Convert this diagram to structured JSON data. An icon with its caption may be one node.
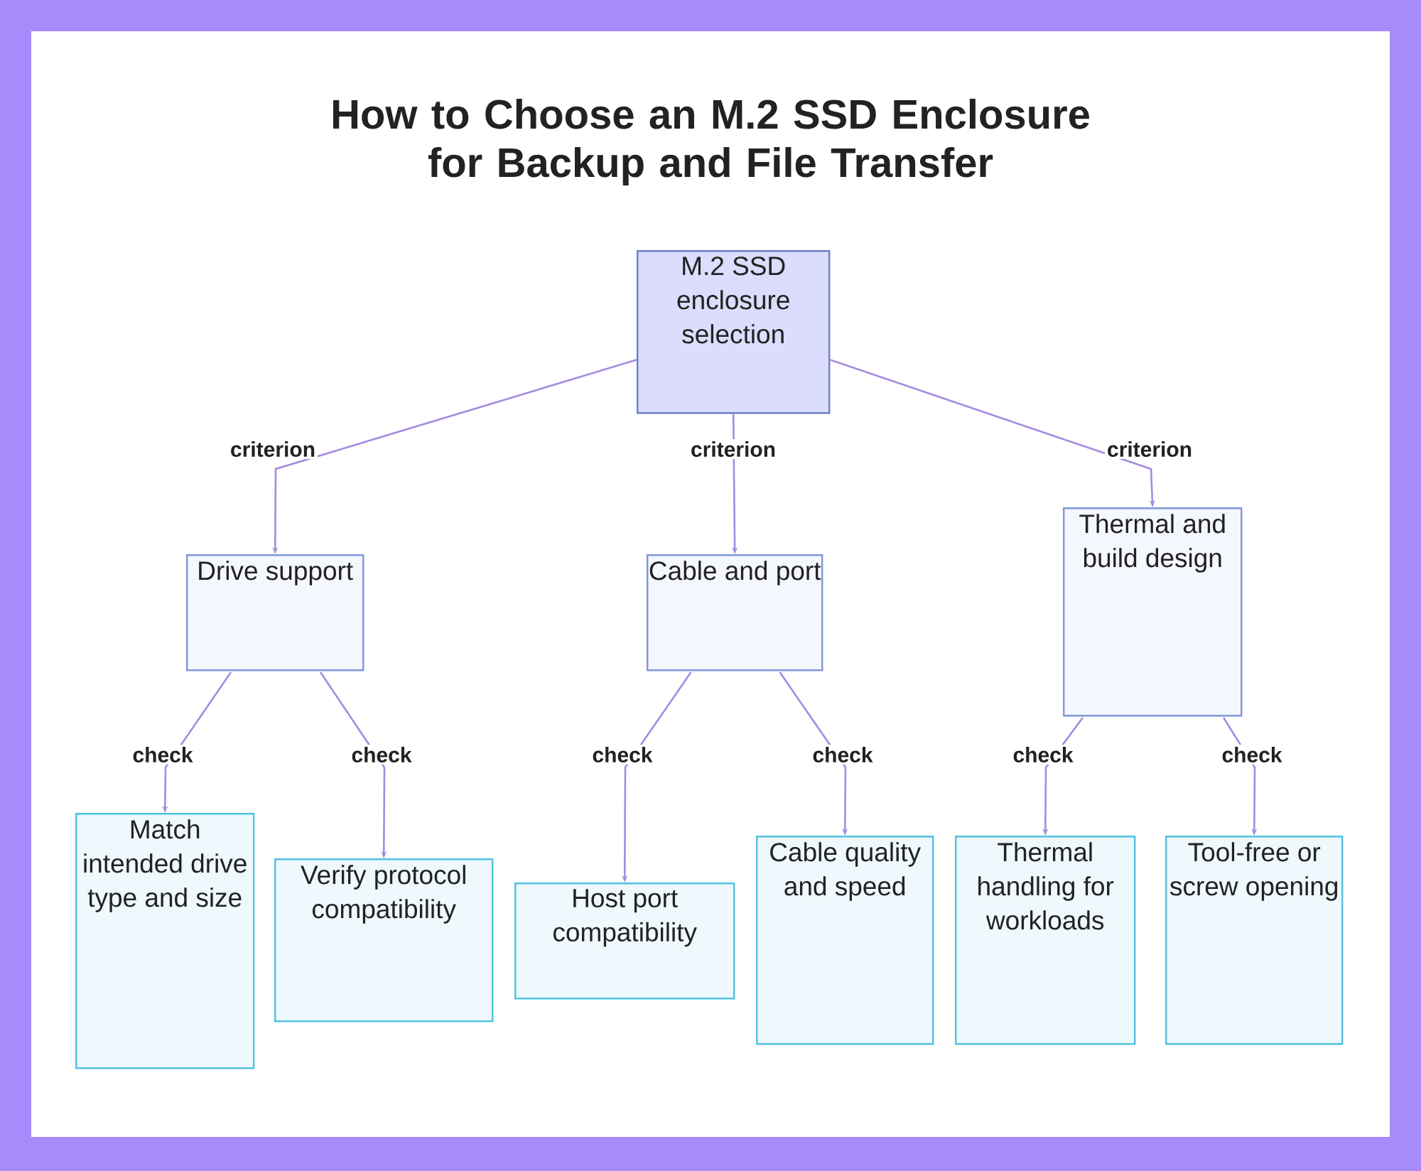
{
  "diagram": {
    "title": "How to Choose an M.2 SSD Enclosure for Backup and File Transfer",
    "nodes": [
      {
        "text": [
          "M.2 SSD enclosure selection"
        ]
      },
      {
        "text": [
          "Drive support"
        ]
      },
      {
        "text": [
          "Cable and port"
        ]
      },
      {
        "text": [
          "Thermal and build design"
        ]
      },
      {
        "text": [
          "Match intended drive type and size"
        ]
      },
      {
        "text": [
          "Verify protocol compatibility"
        ]
      },
      {
        "text": [
          "Host port compatibility"
        ]
      },
      {
        "text": [
          "Cable quality and speed"
        ]
      },
      {
        "text": [
          "Thermal handling for workloads"
        ]
      },
      {
        "text": [
          "Tool-free or screw opening"
        ]
      }
    ],
    "edges": [
      {
        "from": 0,
        "to": 1,
        "arrow": "to",
        "label": "criterion"
      },
      {
        "from": 0,
        "to": 2,
        "arrow": "to",
        "label": "criterion"
      },
      {
        "from": 0,
        "to": 3,
        "arrow": "to",
        "label": "criterion"
      },
      {
        "from": 1,
        "to": 4,
        "arrow": "to",
        "label": "check"
      },
      {
        "from": 1,
        "to": 5,
        "arrow": "to",
        "label": "check"
      },
      {
        "from": 2,
        "to": 6,
        "arrow": "to",
        "label": "check"
      },
      {
        "from": 2,
        "to": 7,
        "arrow": "to",
        "label": "check"
      },
      {
        "from": 3,
        "to": 8,
        "arrow": "to",
        "label": "check"
      },
      {
        "from": 3,
        "to": 9,
        "arrow": "to",
        "label": "check"
      }
    ]
  }
}
